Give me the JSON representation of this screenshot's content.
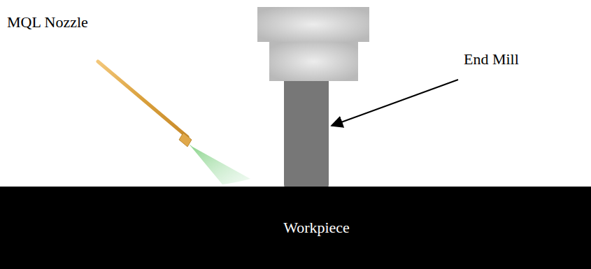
{
  "diagram": {
    "nodes": [
      {
        "text": [
          "Workpiece"
        ]
      }
    ],
    "labels": [
      "MQL Nozzle",
      "End Mill"
    ]
  }
}
